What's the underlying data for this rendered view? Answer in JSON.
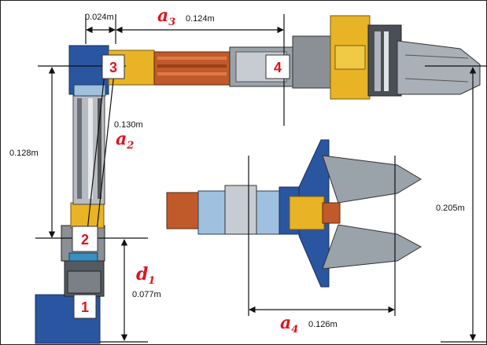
{
  "dimensions": {
    "d1024": "0.024m",
    "a3_len": "0.124m",
    "a2_len": "0.130m",
    "v128": "0.128m",
    "d1_len": "0.077m",
    "v205": "0.205m",
    "a4_len": "0.126m"
  },
  "symbols": {
    "a": "a",
    "d": "d",
    "sub1": "1",
    "sub2": "2",
    "sub3": "3",
    "sub4": "4"
  },
  "joints": [
    "1",
    "2",
    "3",
    "4"
  ],
  "colors": {
    "accent": "#e0141e",
    "blue": "#2a55a0",
    "yellow": "#e8b325",
    "copper": "#c05a2a",
    "steel": "#9aa2aa",
    "lightblue": "#9fc0de"
  }
}
